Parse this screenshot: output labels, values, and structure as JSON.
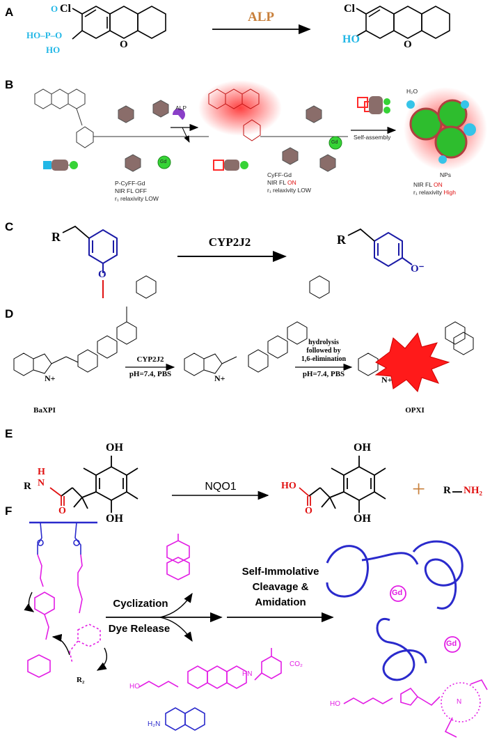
{
  "panels": {
    "a": {
      "label": "A",
      "arrow_label": "ALP",
      "substituent_cl": "Cl",
      "phosphate": "HO–P–O",
      "phosphate_o": "O",
      "phosphate_ho": "HO",
      "ring_o": "O",
      "product_cl": "Cl",
      "product_ho": "HO",
      "product_o": "O"
    },
    "b": {
      "label": "B",
      "enzyme": "ALP",
      "self_assembly": "Self-assembly",
      "water": "H₂O",
      "nps": "NPs",
      "probe_name": "P-CyFF-Gd",
      "probe_fl": "NIR FL OFF",
      "probe_relax": "r₁ relaxivity LOW",
      "intermediate_name": "CyFF-Gd",
      "intermediate_fl_prefix": "NIR FL ",
      "intermediate_fl_state": "ON",
      "intermediate_relax": "r₁ relaxivity LOW",
      "final_fl_prefix": "NIR FL ",
      "final_fl_state": "ON",
      "final_relax_prefix": "r₁ relaxivity ",
      "final_relax_state": "High",
      "gd": "Gd"
    },
    "c": {
      "label": "C",
      "arrow_label": "CYP2J2",
      "r_left": "R",
      "r_right": "R",
      "o_left": "O",
      "o_right": "O⁻"
    },
    "d": {
      "label": "D",
      "arrow1_top": "CYP2J2",
      "arrow1_bottom": "pH=7.4, PBS",
      "arrow2_top1": "hydrolysis",
      "arrow2_top2": "followed by",
      "arrow2_top3": "1,6-elimination",
      "arrow2_bottom": "pH=7.4, PBS",
      "name_left": "BaXPI",
      "name_right": "OPXI",
      "n_plus": "N+"
    },
    "e": {
      "label": "E",
      "arrow_label": "NQO1",
      "oh": "OH",
      "r_prefix": "R",
      "h": "H",
      "n": "N",
      "o": "O",
      "ho": "HO",
      "plus": "+",
      "amine_r": "R",
      "amine_nh2": "NH₂"
    },
    "f": {
      "label": "F",
      "step1_top": "Cyclization",
      "step1_bottom": "Dye Release",
      "step2_line1": "Self-Immolative",
      "step2_line2": "Cleavage &",
      "step2_line3": "Amidation",
      "co2": "CO₂",
      "hn": "HN",
      "r2": "R₂",
      "gd": "Gd",
      "ho": "HO",
      "h2n": "H₂N",
      "n": "N"
    }
  },
  "colors": {
    "cyan": "#22b7e6",
    "orange_label": "#c8803c",
    "blue": "#1a1aa6",
    "red": "#e01010",
    "magenta": "#e21ce4",
    "green": "#36d336"
  }
}
